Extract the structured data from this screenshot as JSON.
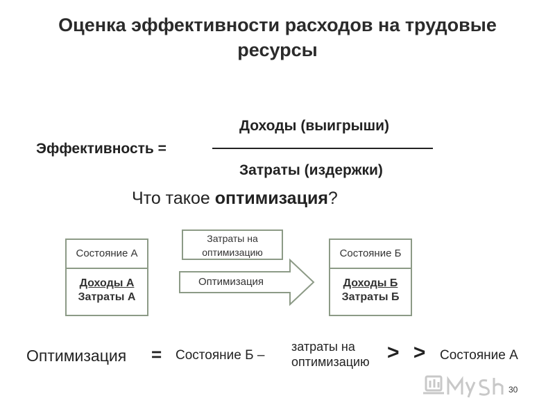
{
  "title": "Оценка эффективности расходов на трудовые ресурсы",
  "formula": {
    "label": "Эффективность =",
    "numerator": "Доходы (выигрыши)",
    "denominator": "Затраты (издержки)"
  },
  "question": {
    "prefix": "Что такое ",
    "emphasis": "оптимизация",
    "suffix": "?"
  },
  "state_a": {
    "header": "Состояние А",
    "income": "Доходы А",
    "costs": "Затраты А"
  },
  "state_b": {
    "header": "Состояние Б",
    "income": "Доходы Б",
    "costs": "Затраты Б"
  },
  "cost_box": {
    "line1": "Затраты на",
    "line2": "оптимизацию"
  },
  "arrow_label": "Оптимизация",
  "equation": {
    "lhs": "Оптимизация",
    "equals": "=",
    "state_b_minus": "Состояние Б –",
    "cost_line1": "затраты на",
    "cost_line2": "оптимизацию",
    "much_greater": "> >",
    "state_a": "Состояние А"
  },
  "watermark_icon": "myshared-logo-icon",
  "slide_number": "30",
  "colors": {
    "box_border": "#8c9a86",
    "text": "#222222",
    "watermark": "#c8c8c8"
  }
}
